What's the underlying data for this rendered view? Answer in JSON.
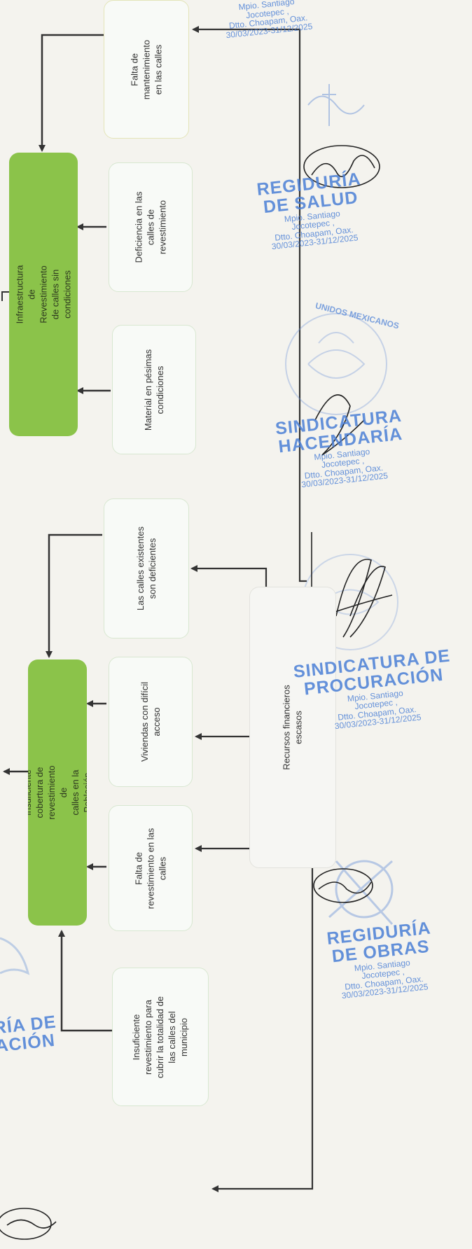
{
  "diagram": {
    "cause_boxes": [
      {
        "id": "falta-mantenimiento",
        "text": "Falta de mantenimiento\nen las calles"
      },
      {
        "id": "deficiencia-calles",
        "text": "Deficiencia en las\ncalles de\nrevestimiento"
      },
      {
        "id": "material-pesimo",
        "text": "Material en pésimas\ncondiciones"
      },
      {
        "id": "calles-deficientes",
        "text": "Las calles existentes\nson deficientes"
      },
      {
        "id": "viviendas-acceso",
        "text": "Viviendas con difícil\nacceso"
      },
      {
        "id": "falta-revestimiento",
        "text": "Falta de\nrevestimiento en las\ncalles"
      },
      {
        "id": "insuficiente-revestimiento",
        "text": "Insuficiente\nrevestimiento para\ncubrir la totalidad de\nlas calles del\nmunicipio"
      }
    ],
    "problem_boxes": [
      {
        "id": "infraestructura-calles",
        "text": "Infraestructura de Revestimiento de calles sin\ncondiciones"
      },
      {
        "id": "insuficiente-cobertura",
        "text": "Insuficiente cobertura de revestimiento de\ncalles en la Población"
      }
    ],
    "root_box": {
      "id": "recursos-financieros",
      "text": "Recursos financieros\nescasos"
    }
  },
  "stamps": {
    "top": {
      "lines": [
        "Mpio. Santiago",
        "Jocotepec ,",
        "Dtto. Choapam, Oax.",
        "30/03/2023-31/12/2025"
      ]
    },
    "regiduria_salud": {
      "title1": "REGIDURÍA",
      "title2": "DE SALUD",
      "lines": [
        "Mpio. Santiago",
        "Jocotepec ,",
        "Dtto. Choapam, Oax.",
        "30/03/2023-31/12/2025"
      ]
    },
    "sindicatura_hacendaria": {
      "title1": "SINDICATURA",
      "title2": "HACENDARÍA",
      "lines": [
        "Mpio. Santiago",
        "Jocotepec ,",
        "Dtto. Choapam, Oax.",
        "30/03/2023-31/12/2025"
      ]
    },
    "sindicatura_procuracion": {
      "title1": "SINDICATURA DE",
      "title2": "PROCURACIÓN",
      "lines": [
        "Mpio. Santiago",
        "Jocotepec ,",
        "Dtto. Choapam, Oax.",
        "30/03/2023-31/12/2025"
      ]
    },
    "regiduria_obras": {
      "title1": "REGIDURÍA",
      "title2": "DE OBRAS",
      "lines": [
        "Mpio. Santiago",
        "Jocotepec ,",
        "Dtto. Choapam, Oax.",
        "30/03/2023-31/12/2025"
      ]
    },
    "bottom_left": {
      "title1": "RÍA DE",
      "title2": "ACIÓN"
    }
  },
  "seal_text": "UNIDOS MEXICANOS",
  "colors": {
    "problem_fill": "#8bc34a",
    "stamp_blue": "#4a7fd6",
    "arrow": "#333333",
    "cause_border": "#d8e7d1"
  }
}
